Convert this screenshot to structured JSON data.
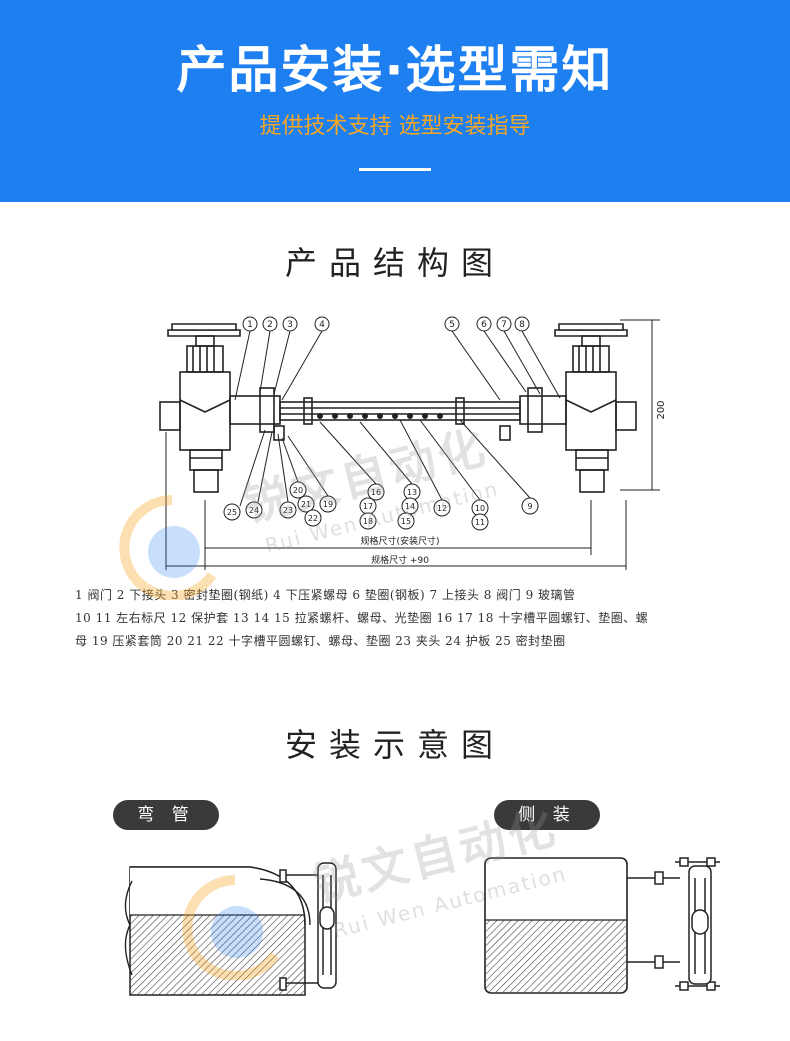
{
  "header": {
    "title": "产品安装·选型需知",
    "subtitle": "提供技术支持 选型安装指导"
  },
  "sections": {
    "structure_title": "产品结构图",
    "install_title": "安装示意图"
  },
  "diagram": {
    "callouts_top": [
      "1",
      "2",
      "3",
      "4",
      "5",
      "6",
      "7",
      "8"
    ],
    "callouts_bottom": [
      "25",
      "24",
      "23",
      "20",
      "21",
      "22",
      "19",
      "16",
      "17",
      "18",
      "13",
      "14",
      "15",
      "12",
      "10",
      "11",
      "9"
    ],
    "dim_vertical": "200",
    "dim_install": "规格尺寸(安装尺寸)",
    "dim_total": "规格尺寸 +90"
  },
  "legend": {
    "line1": "1 阀门  2 下接头  3 密封垫圈(钢纸)  4 下压紧螺母  6 垫圈(钢板)  7 上接头  8 阀门  9 玻璃管",
    "line2": "10 11 左右标尺  12 保护套  13 14 15 拉紧螺杆、螺母、光垫圈  16 17 18 十字槽平圆螺钉、垫圈、螺",
    "line3": "母  19 压紧套筒  20 21 22 十字槽平圆螺钉、螺母、垫圈  23 夹头  24 护板  25 密封垫圈"
  },
  "install": {
    "bend_label": "弯 管",
    "side_label": "侧 装"
  },
  "watermark": {
    "cn": "锐文自动化",
    "en": "Rui Wen Automation"
  },
  "colors": {
    "header_bg": "#1e80f0",
    "subtitle": "#f6a623",
    "pill_bg": "#3a3a3a"
  }
}
